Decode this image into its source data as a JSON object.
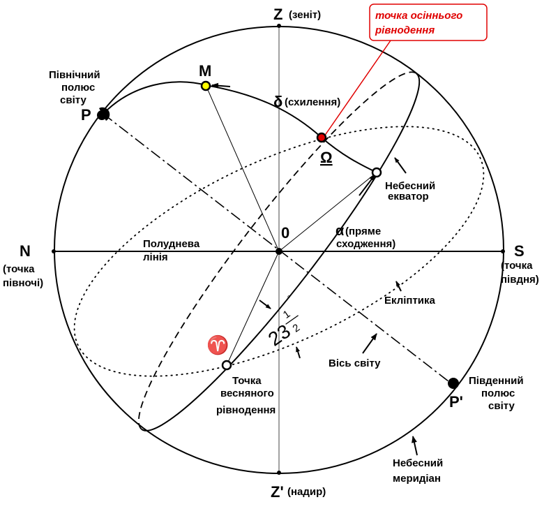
{
  "colors": {
    "callout": "#e00000",
    "point_m": "#ffff00",
    "point_omega": "#e00000",
    "line": "#000000"
  },
  "callout": {
    "line1": "точка осіннього",
    "line2": "рівнодення"
  },
  "zenith": {
    "letter": "Z",
    "label": "(зеніт)"
  },
  "nadir": {
    "letter": "Z'",
    "label": "(надир)"
  },
  "north": {
    "letter": "N",
    "label1": "(точка",
    "label2": "півночі)"
  },
  "south": {
    "letter": "S",
    "label1": "(точка",
    "label2": "півдня)"
  },
  "north_pole": {
    "letter": "P",
    "label1": "Північний",
    "label2": "полюс",
    "label3": "світу"
  },
  "south_pole": {
    "letter": "P'",
    "label1": "Південний",
    "label2": "полюс",
    "label3": "світу"
  },
  "star": {
    "letter": "M"
  },
  "declination": {
    "symbol": "δ",
    "label": "(схилення)"
  },
  "autumn_point": {
    "symbol": "Ω"
  },
  "equator": {
    "label1": "Небесний",
    "label2": "екватор"
  },
  "center": {
    "label": "0"
  },
  "right_ascension": {
    "symbol": "α",
    "label1": "(пряме",
    "label2": "сходження)"
  },
  "meridian_line": {
    "label1": "Полуднева",
    "label2": "лінія"
  },
  "ecliptic": {
    "label": "Екліптика"
  },
  "tilt": {
    "whole": "23",
    "num": "1",
    "den": "2",
    "deg": "°"
  },
  "axis": {
    "label": "Вісь світу"
  },
  "vernal": {
    "symbol": "♈",
    "label1": "Точка",
    "label2": "весняного",
    "label3": "рівнодення"
  },
  "meridian": {
    "label1": "Небесний",
    "label2": "меридіан"
  }
}
